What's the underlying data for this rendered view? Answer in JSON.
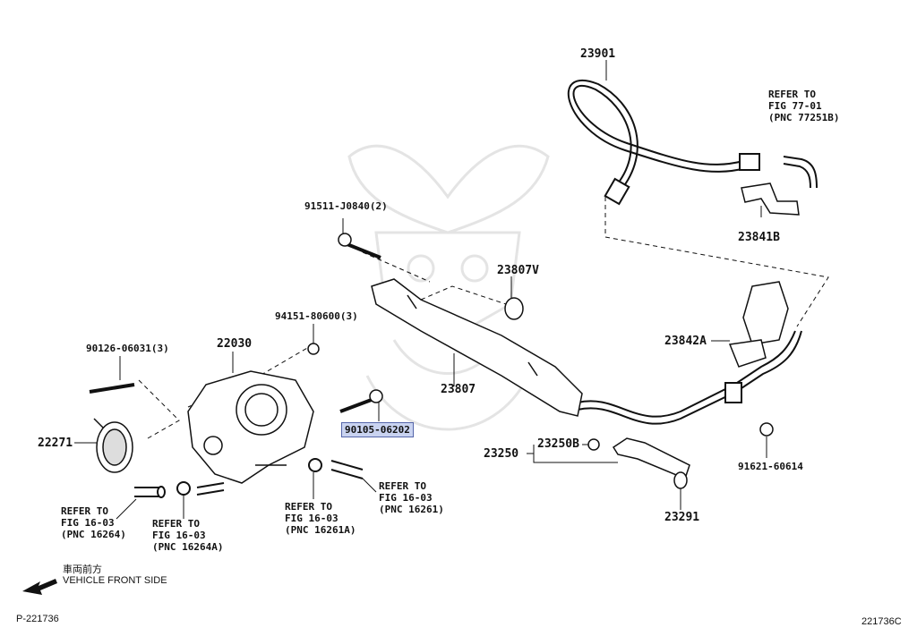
{
  "diagram": {
    "part_labels": [
      {
        "id": "23901",
        "text": "23901"
      },
      {
        "id": "91511",
        "text": "91511-J0840(2)"
      },
      {
        "id": "23807V",
        "text": "23807V"
      },
      {
        "id": "94151",
        "text": "94151-80600(3)"
      },
      {
        "id": "90126",
        "text": "90126-06031(3)"
      },
      {
        "id": "22030",
        "text": "22030"
      },
      {
        "id": "23807",
        "text": "23807"
      },
      {
        "id": "90105",
        "text": "90105-06202",
        "highlighted": true
      },
      {
        "id": "22271",
        "text": "22271"
      },
      {
        "id": "23841B",
        "text": "23841B"
      },
      {
        "id": "23842A",
        "text": "23842A"
      },
      {
        "id": "23250B",
        "text": "23250B"
      },
      {
        "id": "23250",
        "text": "23250"
      },
      {
        "id": "91621",
        "text": "91621-60614"
      },
      {
        "id": "23291",
        "text": "23291"
      }
    ],
    "references": [
      {
        "id": "ref-77251B",
        "lines": [
          "REFER TO",
          "FIG 77-01",
          "(PNC 77251B)"
        ]
      },
      {
        "id": "ref-16264",
        "lines": [
          "REFER TO",
          "FIG 16-03",
          "(PNC 16264)"
        ]
      },
      {
        "id": "ref-16264A",
        "lines": [
          "REFER TO",
          "FIG 16-03",
          "(PNC 16264A)"
        ]
      },
      {
        "id": "ref-16261A",
        "lines": [
          "REFER TO",
          "FIG 16-03",
          "(PNC 16261A)"
        ]
      },
      {
        "id": "ref-16261",
        "lines": [
          "REFER TO",
          "FIG 16-03",
          "(PNC 16261)"
        ]
      }
    ],
    "front_indicator": {
      "japanese": "車両前方",
      "english": "VEHICLE FRONT SIDE"
    },
    "footer": {
      "left_code": "P-221736",
      "right_code": "221736C"
    },
    "colors": {
      "highlight_fill": "#c9d3f0",
      "highlight_border": "#5566aa",
      "line": "#111111"
    }
  }
}
